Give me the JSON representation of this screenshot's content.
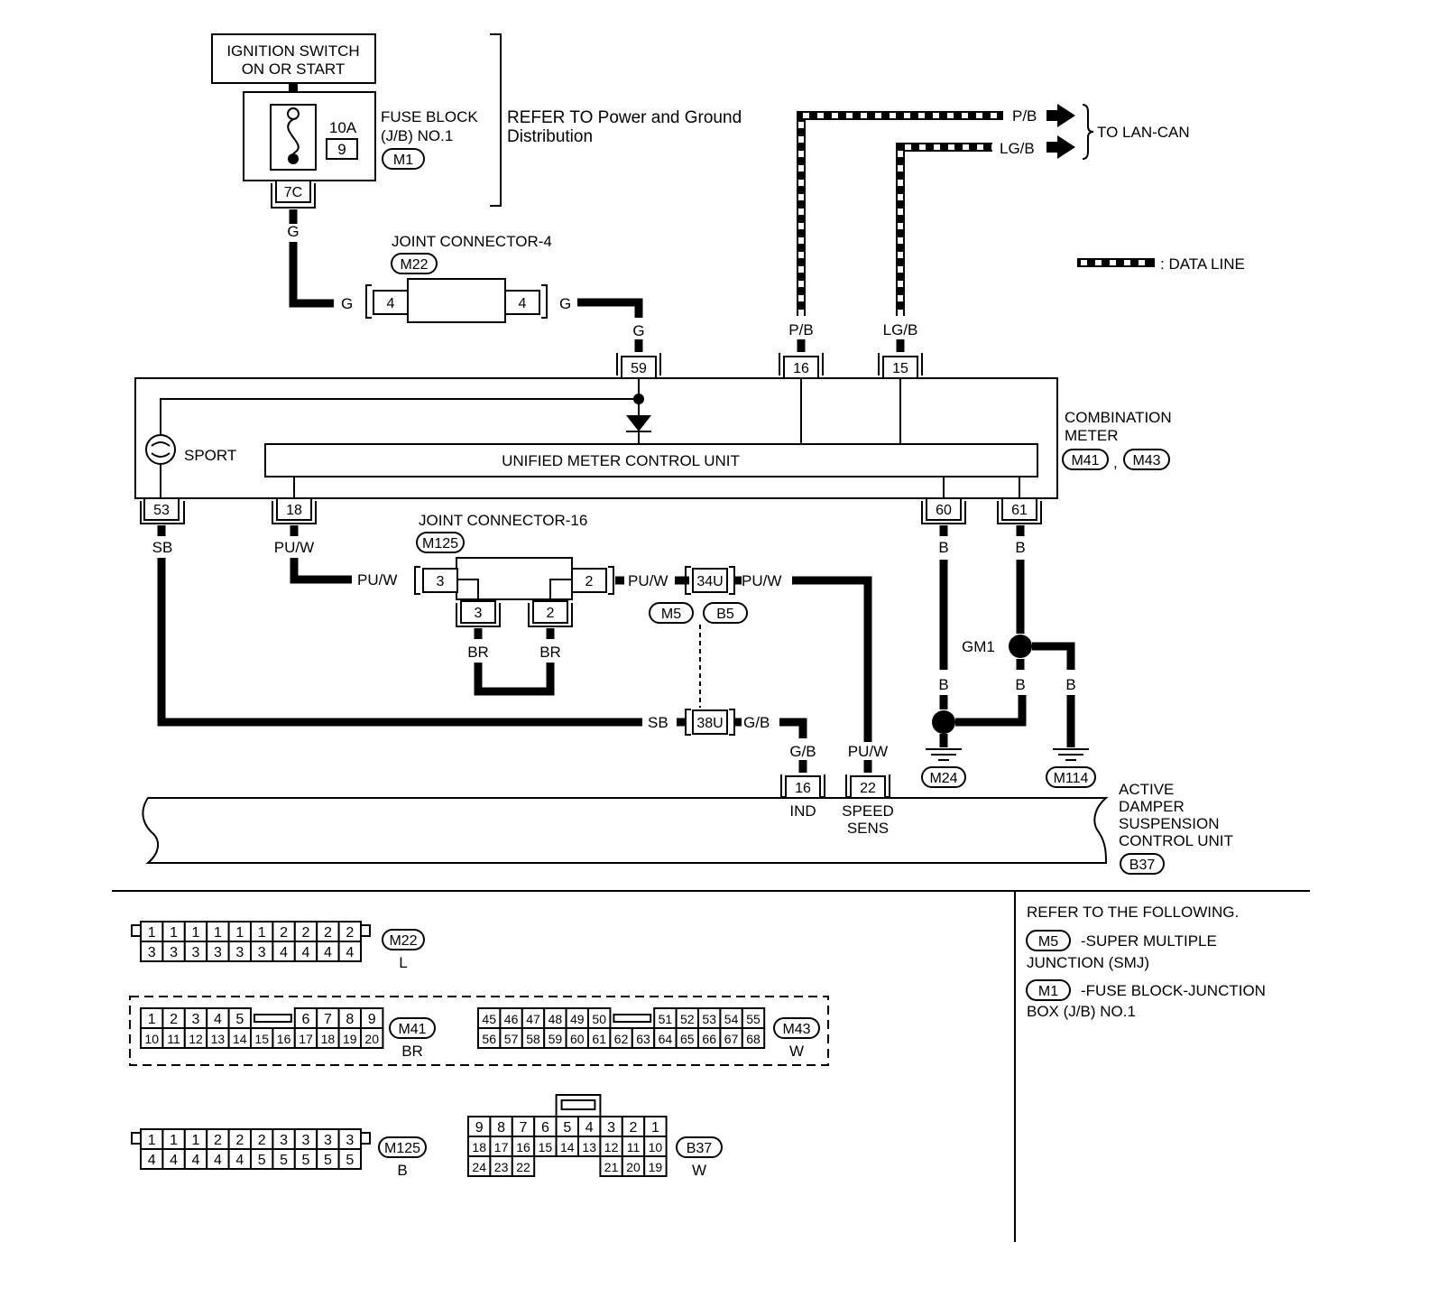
{
  "ignition": {
    "line1": "IGNITION SWITCH",
    "line2": "ON OR START"
  },
  "fuse": {
    "rating": "10A",
    "number": "9",
    "block_line1": "FUSE BLOCK",
    "block_line2": "(J/B) NO.1",
    "connector": "M1",
    "terminal": "7C"
  },
  "refer_top": {
    "line1": "REFER TO Power and Ground",
    "line2": "Distribution"
  },
  "joint4": {
    "title": "JOINT CONNECTOR-4",
    "connector": "M22",
    "pin_left": "4",
    "pin_right": "4"
  },
  "lan": {
    "wire1": "P/B",
    "wire2": "LG/B",
    "label": "TO LAN-CAN"
  },
  "legend": {
    "data_line": ": DATA LINE"
  },
  "wires": {
    "G": "G",
    "PB": "P/B",
    "LGB": "LG/B",
    "SB": "SB",
    "PUW": "PU/W",
    "BR": "BR",
    "B": "B",
    "GB": "G/B"
  },
  "meter": {
    "title_line1": "COMBINATION",
    "title_line2": "METER",
    "conn1": "M41",
    "conn2": "M43",
    "comma": ",",
    "unit": "UNIFIED METER CONTROL UNIT",
    "sport": "SPORT",
    "pin59": "59",
    "pin16": "16",
    "pin15": "15",
    "pin53": "53",
    "pin18": "18",
    "pin60": "60",
    "pin61": "61"
  },
  "joint16": {
    "title": "JOINT CONNECTOR-16",
    "connector": "M125",
    "pin3a": "3",
    "pin2a": "2",
    "pin3b": "3",
    "pin2b": "2"
  },
  "smj": {
    "pin34": "34U",
    "pin38": "38U",
    "conn_m": "M5",
    "conn_b": "B5"
  },
  "ground": {
    "gm1": "GM1",
    "m24": "M24",
    "m114": "M114"
  },
  "adscu": {
    "line1": "ACTIVE",
    "line2": "DAMPER",
    "line3": "SUSPENSION",
    "line4": "CONTROL UNIT",
    "connector": "B37",
    "pin16": "16",
    "ind": "IND",
    "pin22": "22",
    "speed1": "SPEED",
    "speed2": "SENS"
  },
  "refer_bottom": {
    "title": "REFER TO THE FOLLOWING.",
    "m5": "M5",
    "m5_text1": "-SUPER MULTIPLE",
    "m5_text2": "JUNCTION (SMJ)",
    "m1": "M1",
    "m1_text1": "-FUSE BLOCK-JUNCTION",
    "m1_text2": "BOX (J/B) NO.1"
  },
  "faces": {
    "m22": {
      "id": "M22",
      "color": "L",
      "top": [
        "1",
        "1",
        "1",
        "1",
        "1",
        "1",
        "2",
        "2",
        "2",
        "2"
      ],
      "bottom": [
        "3",
        "3",
        "3",
        "3",
        "3",
        "3",
        "4",
        "4",
        "4",
        "4"
      ]
    },
    "m125": {
      "id": "M125",
      "color": "B",
      "top": [
        "1",
        "1",
        "1",
        "2",
        "2",
        "2",
        "3",
        "3",
        "3",
        "3"
      ],
      "bottom": [
        "4",
        "4",
        "4",
        "4",
        "4",
        "5",
        "5",
        "5",
        "5",
        "5"
      ]
    },
    "m41": {
      "id": "M41",
      "color": "BR",
      "top_left": [
        "1",
        "2",
        "3",
        "4",
        "5"
      ],
      "top_right": [
        "6",
        "7",
        "8",
        "9"
      ],
      "bottom": [
        "10",
        "11",
        "12",
        "13",
        "14",
        "15",
        "16",
        "17",
        "18",
        "19",
        "20"
      ]
    },
    "m43": {
      "id": "M43",
      "color": "W",
      "top_left": [
        "45",
        "46",
        "47",
        "48",
        "49",
        "50"
      ],
      "top_right": [
        "51",
        "52",
        "53",
        "54",
        "55"
      ],
      "bottom": [
        "56",
        "57",
        "58",
        "59",
        "60",
        "61",
        "62",
        "63",
        "64",
        "65",
        "66",
        "67",
        "68"
      ]
    },
    "b37": {
      "id": "B37",
      "color": "W",
      "row1": [
        "9",
        "8",
        "7",
        "6",
        "5",
        "4",
        "3",
        "2",
        "1"
      ],
      "row2": [
        "18",
        "17",
        "16",
        "15",
        "14",
        "13",
        "12",
        "11",
        "10"
      ],
      "row3_left": [
        "24",
        "23",
        "22"
      ],
      "row3_right": [
        "21",
        "20",
        "19"
      ]
    }
  }
}
